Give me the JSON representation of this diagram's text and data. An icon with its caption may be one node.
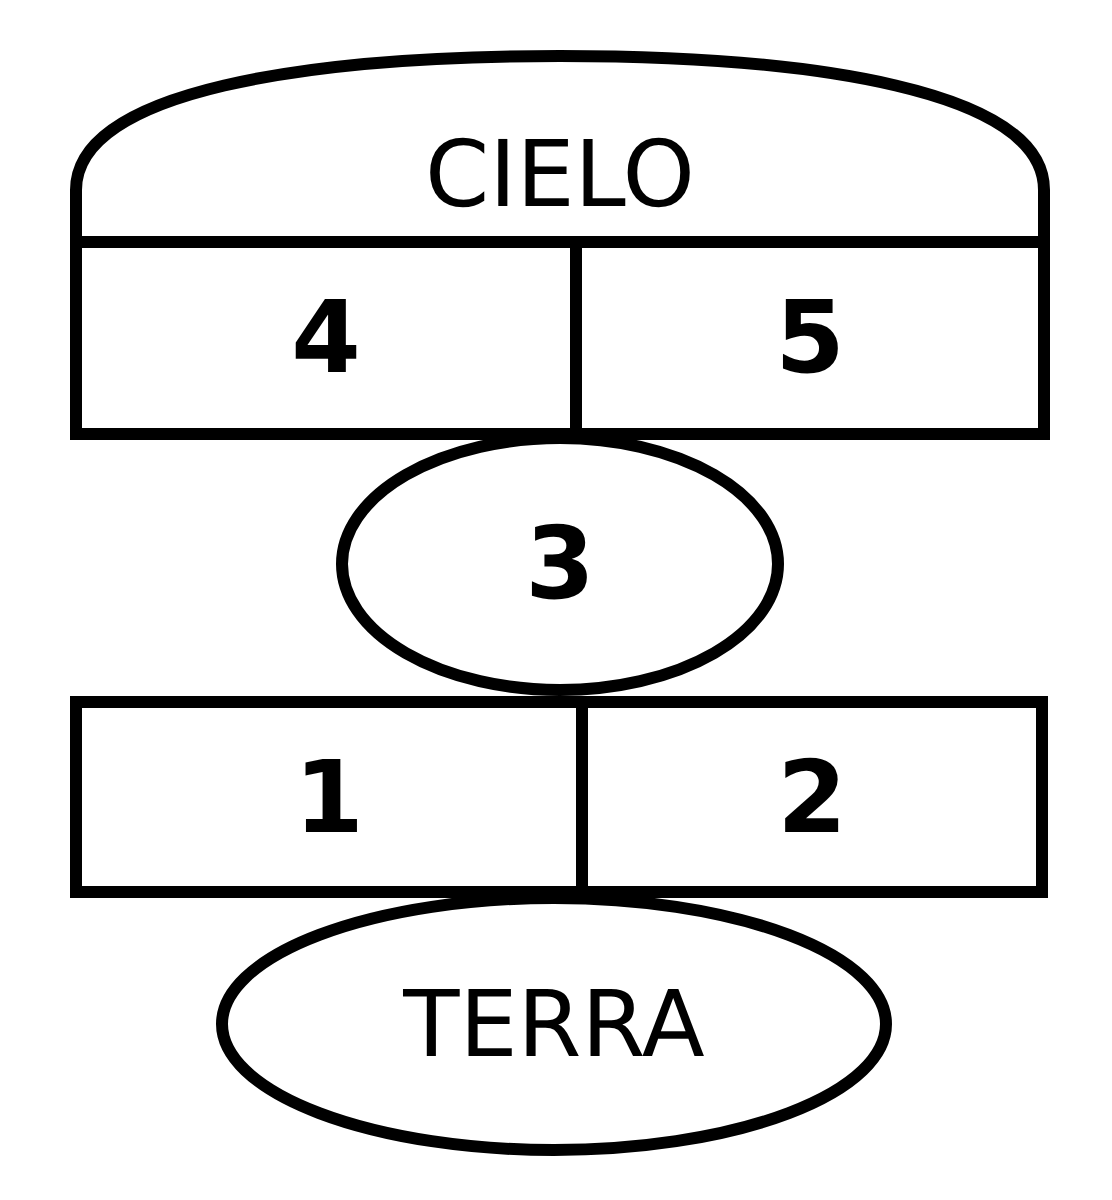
{
  "diagram": {
    "nodes": [
      {
        "text": [
          "CIELO"
        ]
      },
      {
        "text": [
          "4"
        ]
      },
      {
        "text": [
          "5"
        ]
      },
      {
        "text": [
          "3"
        ]
      },
      {
        "text": [
          "1"
        ]
      },
      {
        "text": [
          "2"
        ]
      },
      {
        "text": [
          "TERRA"
        ]
      }
    ]
  }
}
